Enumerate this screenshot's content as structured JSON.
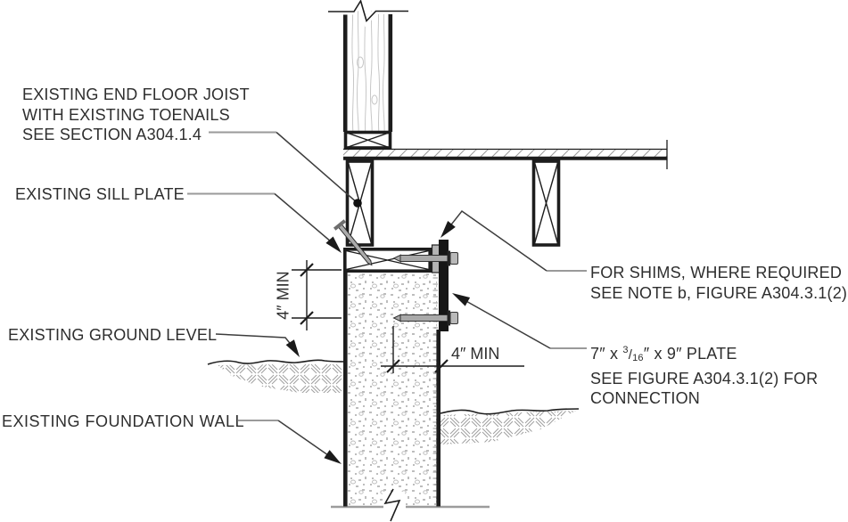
{
  "figure": {
    "type": "construction-detail-drawing",
    "labels": {
      "end_joist_1": "EXISTING END FLOOR JOIST",
      "end_joist_2": "WITH EXISTING TOENAILS",
      "end_joist_3": "SEE SECTION A304.1.4",
      "sill": "EXISTING SILL PLATE",
      "ground": "EXISTING GROUND LEVEL",
      "foundation": "EXISTING FOUNDATION WALL",
      "shims_1": "FOR SHIMS, WHERE REQUIRED",
      "shims_2": "SEE NOTE b, FIGURE A304.3.1(2)",
      "plate_pre": "7″ x ",
      "plate_num": "3",
      "plate_slash": "/",
      "plate_den": "16",
      "plate_post": "″ x 9″ PLATE",
      "plate_2": "SEE FIGURE A304.3.1(2) FOR",
      "plate_3": "CONNECTION"
    },
    "dimensions": {
      "vertical": "4″ MIN",
      "horizontal": "4″ MIN"
    },
    "colors": {
      "line": "#1d1d1d",
      "leader_gray": "#9a9a9a",
      "steel_plate": "#161616",
      "shim_gray": "#b4b4b4",
      "bolt_gray": "#a9a9a9",
      "concrete_stipple": "#bdbdbd",
      "hatch_gray": "#9f9f9f",
      "text": "#2e2e2e"
    }
  }
}
